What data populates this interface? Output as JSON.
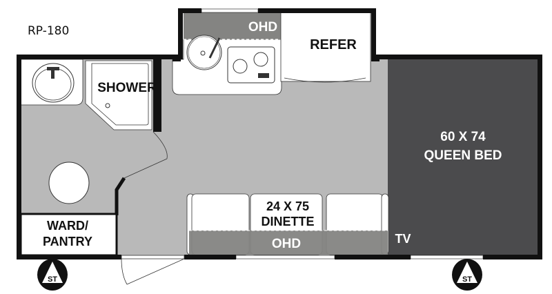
{
  "model": "RP-180",
  "labels": {
    "shower": "SHOWER",
    "ohd_top": "OHD",
    "refer": "REFER",
    "bed_size": "60 X 74",
    "bed_name": "QUEEN BED",
    "dinette_size": "24 X 75",
    "dinette_name": "DINETTE",
    "ohd_bottom": "OHD",
    "tv": "TV",
    "ward_line1": "WARD/",
    "ward_line2": "PANTRY",
    "st_left": "ST",
    "st_right": "ST"
  },
  "colors": {
    "floor": "#b9b9b9",
    "bed": "#4b4b4d",
    "ohd": "#848482",
    "wall": "#111111"
  }
}
